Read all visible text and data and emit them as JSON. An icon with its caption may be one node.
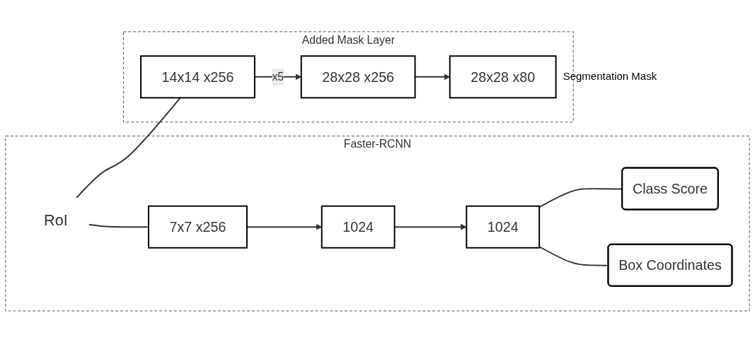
{
  "diagram": {
    "nodes": [
      {
        "text": [
          "Faster-RCNN"
        ]
      },
      {
        "text": [
          "RoI"
        ],
        "in": 0
      },
      {
        "text": [
          "7x7 x256"
        ],
        "in": 0
      },
      {
        "text": [
          "1024"
        ],
        "in": 0
      },
      {
        "text": [
          "1024"
        ],
        "in": 0
      },
      {
        "text": [
          "Class Score"
        ],
        "in": 0
      },
      {
        "text": [
          "Box Coordinates"
        ],
        "in": 0
      },
      {
        "text": [
          "Added Mask Layer"
        ]
      },
      {
        "text": [
          "14x14 x256"
        ],
        "in": 7
      },
      {
        "text": [
          "28x28 x256"
        ],
        "in": 7
      },
      {
        "text": [
          "28x28 x80"
        ],
        "in": 7,
        "beside": [
          "Segmentation Mask"
        ]
      }
    ],
    "edges": [
      {
        "from": 1,
        "to": 2,
        "arrow": "none"
      },
      {
        "from": 1,
        "to": 8,
        "arrow": "none"
      },
      {
        "from": 2,
        "to": 3,
        "arrow": "to"
      },
      {
        "from": 3,
        "to": 4,
        "arrow": "to"
      },
      {
        "from": 4,
        "to": 5,
        "arrow": "none"
      },
      {
        "from": 4,
        "to": 6,
        "arrow": "none"
      },
      {
        "from": 8,
        "to": 9,
        "arrow": "to",
        "label": "x5"
      },
      {
        "from": 9,
        "to": 10,
        "arrow": "to"
      }
    ]
  }
}
